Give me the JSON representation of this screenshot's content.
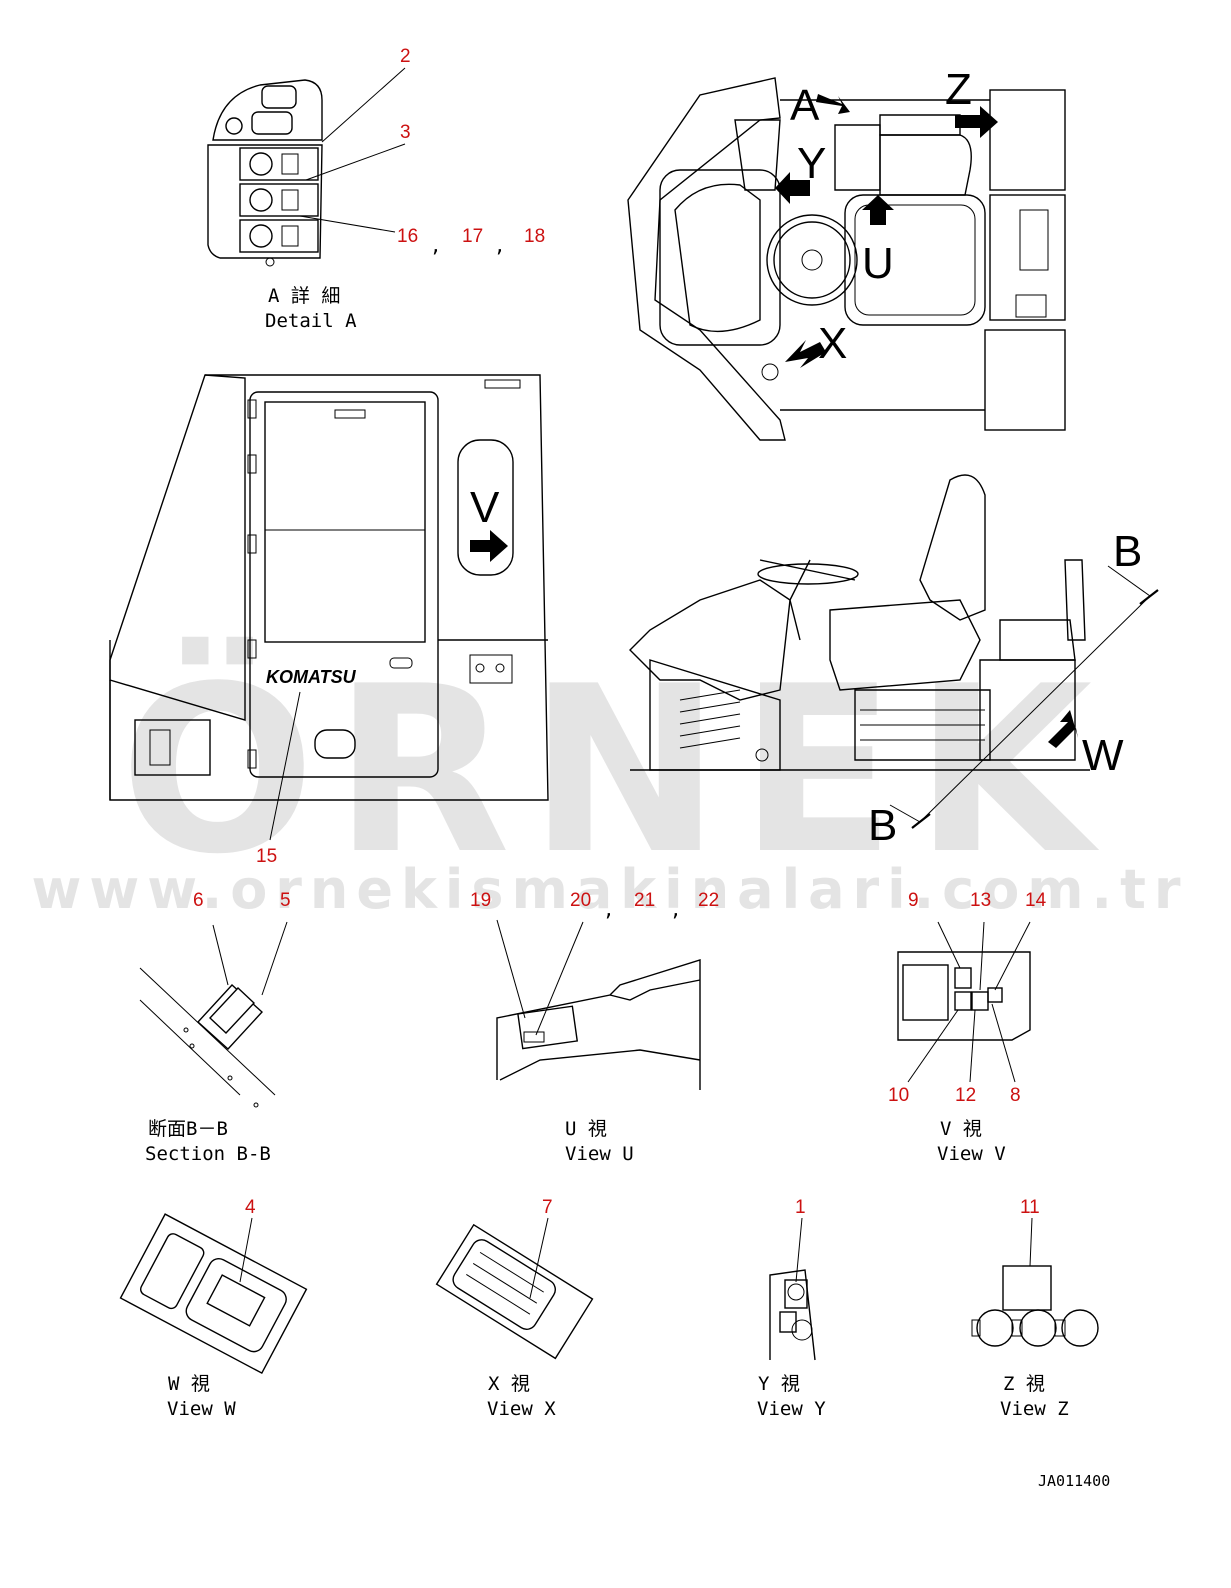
{
  "callouts": {
    "c2": "2",
    "c3": "3",
    "c16": "16",
    "c17": "17",
    "c18": "18",
    "c15": "15",
    "c6": "6",
    "c5": "5",
    "c19": "19",
    "c20": "20",
    "c21": "21",
    "c22": "22",
    "c9": "9",
    "c13": "13",
    "c14": "14",
    "c10": "10",
    "c12": "12",
    "c8": "8",
    "c4": "4",
    "c7": "7",
    "c1": "1",
    "c11": "11"
  },
  "separators": {
    "comma": ","
  },
  "view_letters": {
    "A": "A",
    "Y": "Y",
    "Z": "Z",
    "U": "U",
    "X": "X",
    "V": "V",
    "B": "B",
    "W": "W"
  },
  "captions": {
    "detail_a_jp": "A 詳 細",
    "detail_a_en": "Detail A",
    "section_bb_jp": "断面B－B",
    "section_bb_en": "Section B-B",
    "view_u_jp": "U   視",
    "view_u_en": "View U",
    "view_v_jp": "V   視",
    "view_v_en": "View V",
    "view_w_jp": "W   視",
    "view_w_en": "View W",
    "view_x_jp": "X   視",
    "view_x_en": "View X",
    "view_y_jp": "Y   視",
    "view_y_en": "View Y",
    "view_z_jp": "Z   視",
    "view_z_en": "View Z"
  },
  "brand_on_door": "KOMATSU",
  "watermark": {
    "logo": "ÖRNEK",
    "url": "www.ornekismakinalari.com.tr"
  },
  "part_number": "JA011400",
  "colors": {
    "callout": "#cc1111",
    "line": "#000000",
    "watermark": "#d9d9d9"
  }
}
